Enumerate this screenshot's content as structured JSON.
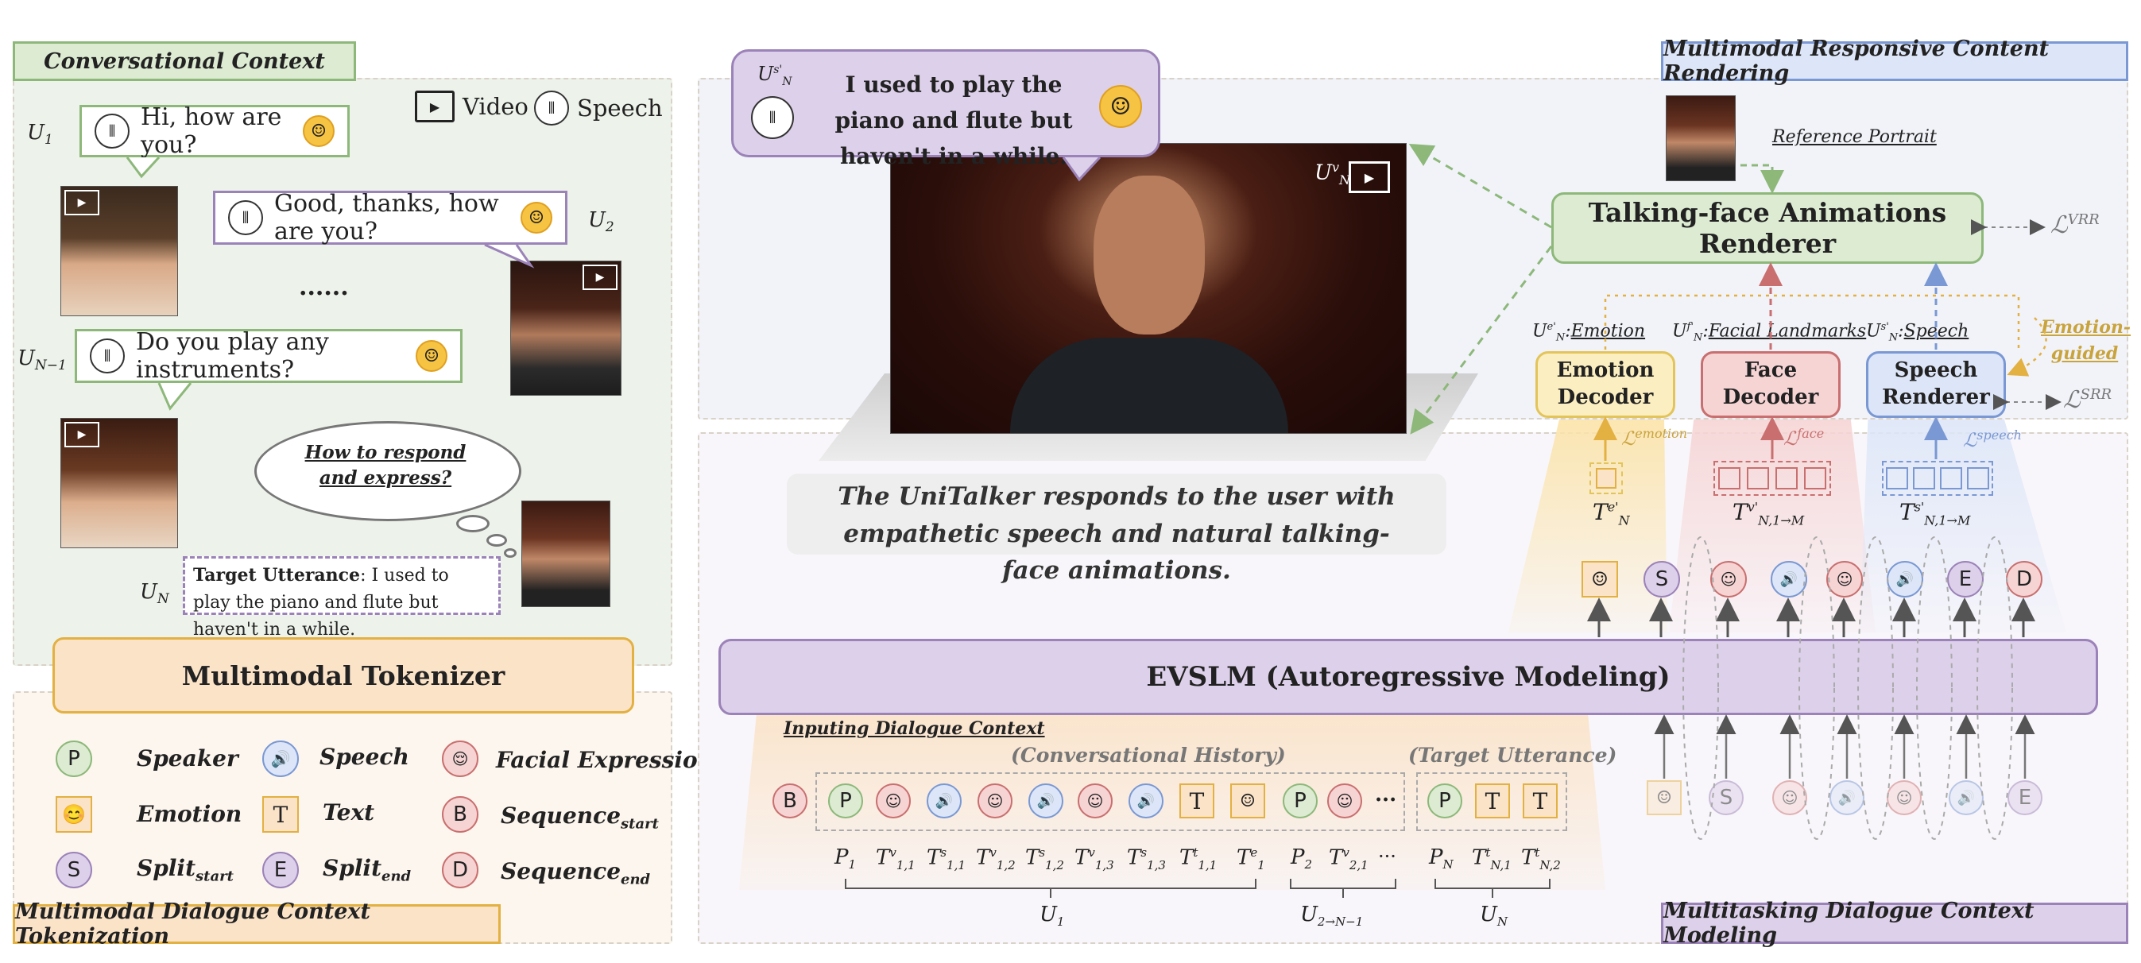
{
  "left": {
    "context_tag": "Conversational Context",
    "tokenization_tag": "Multimodal Dialogue Context Tokenization",
    "video_label": "Video",
    "speech_label": "Speech",
    "u1": "U",
    "u1_sub": "1",
    "u2": "U",
    "u2_sub": "2",
    "un1": "U",
    "un1_sub": "N−1",
    "un": "U",
    "un_sub": "N",
    "b1": "Hi, how are you?",
    "b2": "Good, thanks, how are you?",
    "ellipsis": "......",
    "b3": "Do you play any instruments?",
    "thought": "How to respond and express?",
    "target_bold": "Target Utterance",
    "target_text": ": I used to play the piano and flute but haven't in a while.",
    "tokenizer": "Multimodal Tokenizer",
    "legend": [
      {
        "glyph": "P",
        "label": "Speaker"
      },
      {
        "glyph": "🔊",
        "label": "Speech"
      },
      {
        "glyph": "😌",
        "label": "Facial Expression"
      },
      {
        "glyph": "😊",
        "label": "Emotion"
      },
      {
        "glyph": "T",
        "label": "Text"
      },
      {
        "glyph": "B",
        "label": "Sequence",
        "sub": "start"
      },
      {
        "glyph": "S",
        "label": "Split",
        "sub": "start"
      },
      {
        "glyph": "E",
        "label": "Split",
        "sub": "end"
      },
      {
        "glyph": "D",
        "label": "Sequence",
        "sub": "end"
      }
    ]
  },
  "right": {
    "render_tag": "Multimodal Responsive Content Rendering",
    "modeling_tag": "Multitasking Dialogue Context Modeling",
    "speech_bubble": "I used to play the piano and flute but haven't in a while.",
    "speech_label": "U",
    "video_label": "U",
    "caption": "The UniTalker responds to the user with empathetic speech and natural talking-face animations.",
    "reference_portrait": "Reference Portrait",
    "renderer": "Talking-face Animations Renderer",
    "loss_vrr": "ℒ",
    "loss_vrr_sup": "VRR",
    "loss_srr": "ℒ",
    "loss_srr_sup": "SRR",
    "emotion_decoder": "Emotion Decoder",
    "face_decoder": "Face Decoder",
    "speech_renderer": "Speech Renderer",
    "emo_label": "Emotion",
    "face_label": "Facial Landmarks",
    "speech_label2": "Speech",
    "emotion_guided": "Emotion-guided",
    "loss_emotion": "emotion",
    "loss_face": "face",
    "loss_speech": "speech",
    "evslm": "EVSLM (Autoregressive Modeling)",
    "inputting": "Inputing Dialogue Context",
    "conv_history": "(Conversational History)",
    "target_utt": "(Target Utterance)",
    "dots": "···",
    "group_u1": "U",
    "group_u1_sub": "1",
    "group_u2": "U",
    "group_u2_sub": "2→N−1",
    "group_un": "U",
    "group_un_sub": "N"
  },
  "colors": {
    "green": "#8db87a",
    "green_fill": "#dcebd2",
    "purple": "#9b82b8",
    "purple_fill": "#ddd0ea",
    "orange": "#e3b042",
    "orange_fill": "#fbe3c8",
    "blue": "#7a98d3",
    "blue_fill": "#dde6f8",
    "red": "#c96f6f",
    "red_fill": "#f6d4d4"
  }
}
